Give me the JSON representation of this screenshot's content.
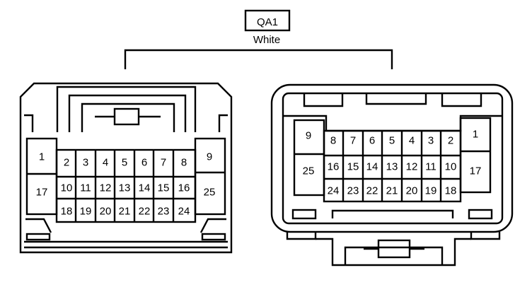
{
  "connector": {
    "code": "QA1",
    "color": "White"
  },
  "left_view": {
    "cells": [
      {
        "n": "1"
      },
      {
        "n": "17"
      },
      {
        "n": "9"
      },
      {
        "n": "25"
      },
      {
        "n": "2"
      },
      {
        "n": "3"
      },
      {
        "n": "4"
      },
      {
        "n": "5"
      },
      {
        "n": "6"
      },
      {
        "n": "7"
      },
      {
        "n": "8"
      },
      {
        "n": "10"
      },
      {
        "n": "11"
      },
      {
        "n": "12"
      },
      {
        "n": "13"
      },
      {
        "n": "14"
      },
      {
        "n": "15"
      },
      {
        "n": "16"
      },
      {
        "n": "18"
      },
      {
        "n": "19"
      },
      {
        "n": "20"
      },
      {
        "n": "21"
      },
      {
        "n": "22"
      },
      {
        "n": "23"
      },
      {
        "n": "24"
      }
    ]
  },
  "right_view": {
    "cells": [
      {
        "n": "9"
      },
      {
        "n": "25"
      },
      {
        "n": "1"
      },
      {
        "n": "17"
      },
      {
        "n": "8"
      },
      {
        "n": "7"
      },
      {
        "n": "6"
      },
      {
        "n": "5"
      },
      {
        "n": "4"
      },
      {
        "n": "3"
      },
      {
        "n": "2"
      },
      {
        "n": "16"
      },
      {
        "n": "15"
      },
      {
        "n": "14"
      },
      {
        "n": "13"
      },
      {
        "n": "12"
      },
      {
        "n": "11"
      },
      {
        "n": "10"
      },
      {
        "n": "24"
      },
      {
        "n": "23"
      },
      {
        "n": "22"
      },
      {
        "n": "21"
      },
      {
        "n": "20"
      },
      {
        "n": "19"
      },
      {
        "n": "18"
      }
    ]
  },
  "style": {
    "line_color": "#000000",
    "background": "#ffffff"
  }
}
